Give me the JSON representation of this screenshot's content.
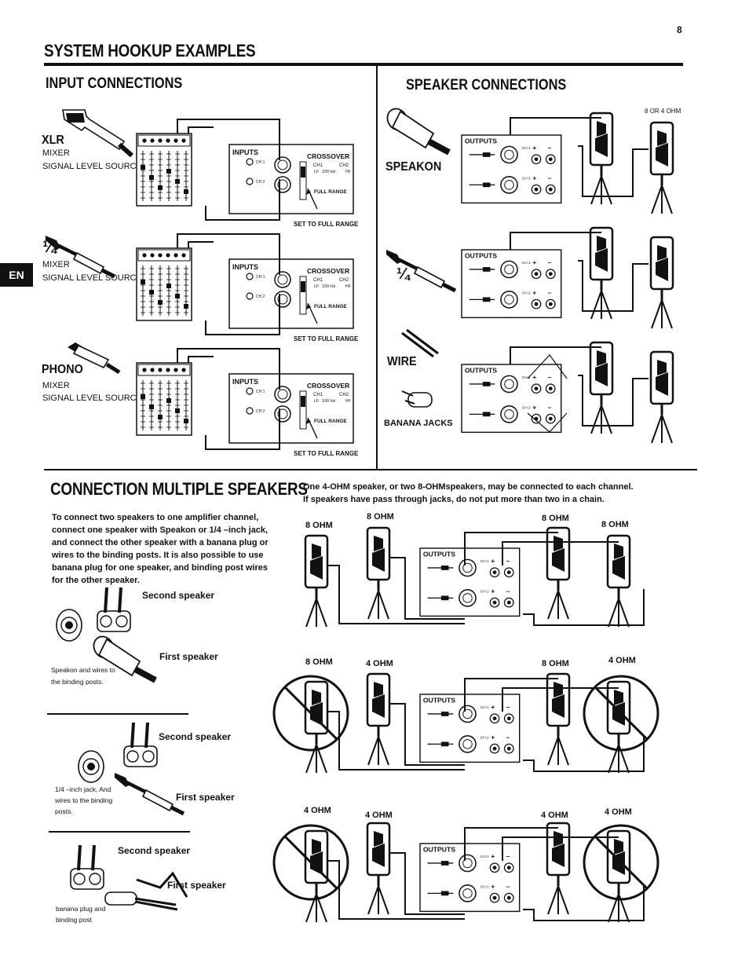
{
  "page_number": "8",
  "lang_tab": "EN",
  "title": "SYSTEM HOOKUP EXAMPLES",
  "input": {
    "heading": "INPUT CONNECTIONS",
    "rows": [
      {
        "type": "XLR",
        "line1": "MIXER",
        "line2": "SIGNAL LEVEL SOURCE"
      },
      {
        "type": "¼",
        "line1": "MIXER",
        "line2": "SIGNAL LEVEL SOURCE"
      },
      {
        "type": "PHONO",
        "line1": "MIXER",
        "line2": "SIGNAL LEVEL SOURCE"
      }
    ],
    "panel": {
      "inputs": "INPUTS",
      "crossover": "CROSSOVER",
      "ch1": "CH1",
      "ch2": "CH2",
      "lf": "LF",
      "hz": "100 Hz",
      "hf": "HF",
      "full": "FULL RANGE",
      "c1": "CH 1",
      "c2": "CH 2"
    },
    "set_full": "SET TO FULL RANGE"
  },
  "speaker": {
    "heading": "SPEAKER CONNECTIONS",
    "ohm": "8 OR 4 OHM",
    "rows": [
      {
        "type": "SPEAKON"
      },
      {
        "type": "¼"
      },
      {
        "type": "WIRE",
        "sub": "BANANA JACKS"
      }
    ],
    "outputs": "OUTPUTS",
    "ch1": "CH 1",
    "ch2": "CH 2"
  },
  "multi": {
    "heading": "CONNECTION MULTIPLE SPEAKERS",
    "note": "One 4-OHM speaker, or two 8-OHMspeakers, may be connected to each channel. If speakers have pass through jacks, do not put more than two in a chain.",
    "para": "To connect two speakers to one amplifier channel, connect one speaker with Speakon or 1/4 –inch jack, and connect the other speaker with a banana plug or wires to the binding posts. It is also possible to use banana plug for one speaker, and binding post wires for the other speaker.",
    "examples": [
      {
        "second": "Second speaker",
        "first": "First speaker",
        "caption": "Speakon and wires to the binding posts."
      },
      {
        "second": "Second speaker",
        "first": "First speaker",
        "caption": "1/4 –inch jack, And wires to the binding posts."
      },
      {
        "second": "Second speaker",
        "first": "First speaker",
        "caption": "banana plug and binding post"
      }
    ],
    "diagrams": [
      {
        "labels": [
          "8 OHM",
          "8 OHM",
          "8 OHM",
          "8 OHM"
        ],
        "prohibited": false
      },
      {
        "labels": [
          "8 OHM",
          "4 OHM",
          "8 OHM",
          "4 OHM"
        ],
        "prohibited": true
      },
      {
        "labels": [
          "4 OHM",
          "4 OHM",
          "4 OHM",
          "4 OHM"
        ],
        "prohibited": true
      }
    ]
  }
}
